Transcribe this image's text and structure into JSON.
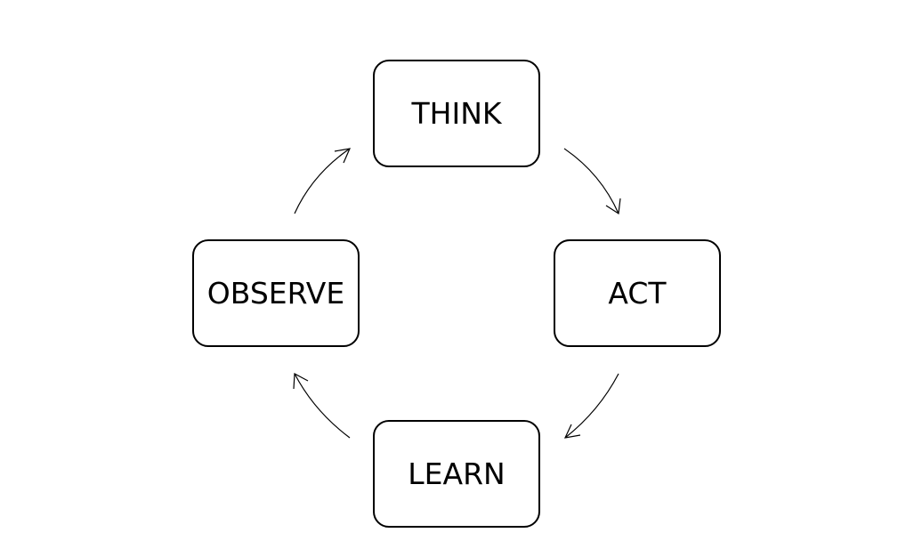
{
  "diagram": {
    "type": "cycle",
    "stroke_color": "#000000",
    "background_color": "#ffffff",
    "nodes": [
      {
        "id": "think",
        "label": "THINK"
      },
      {
        "id": "act",
        "label": "ACT"
      },
      {
        "id": "learn",
        "label": "LEARN"
      },
      {
        "id": "observe",
        "label": "OBSERVE"
      }
    ],
    "edges": [
      {
        "from": "think",
        "to": "act"
      },
      {
        "from": "act",
        "to": "learn"
      },
      {
        "from": "learn",
        "to": "observe"
      },
      {
        "from": "observe",
        "to": "think"
      }
    ]
  }
}
